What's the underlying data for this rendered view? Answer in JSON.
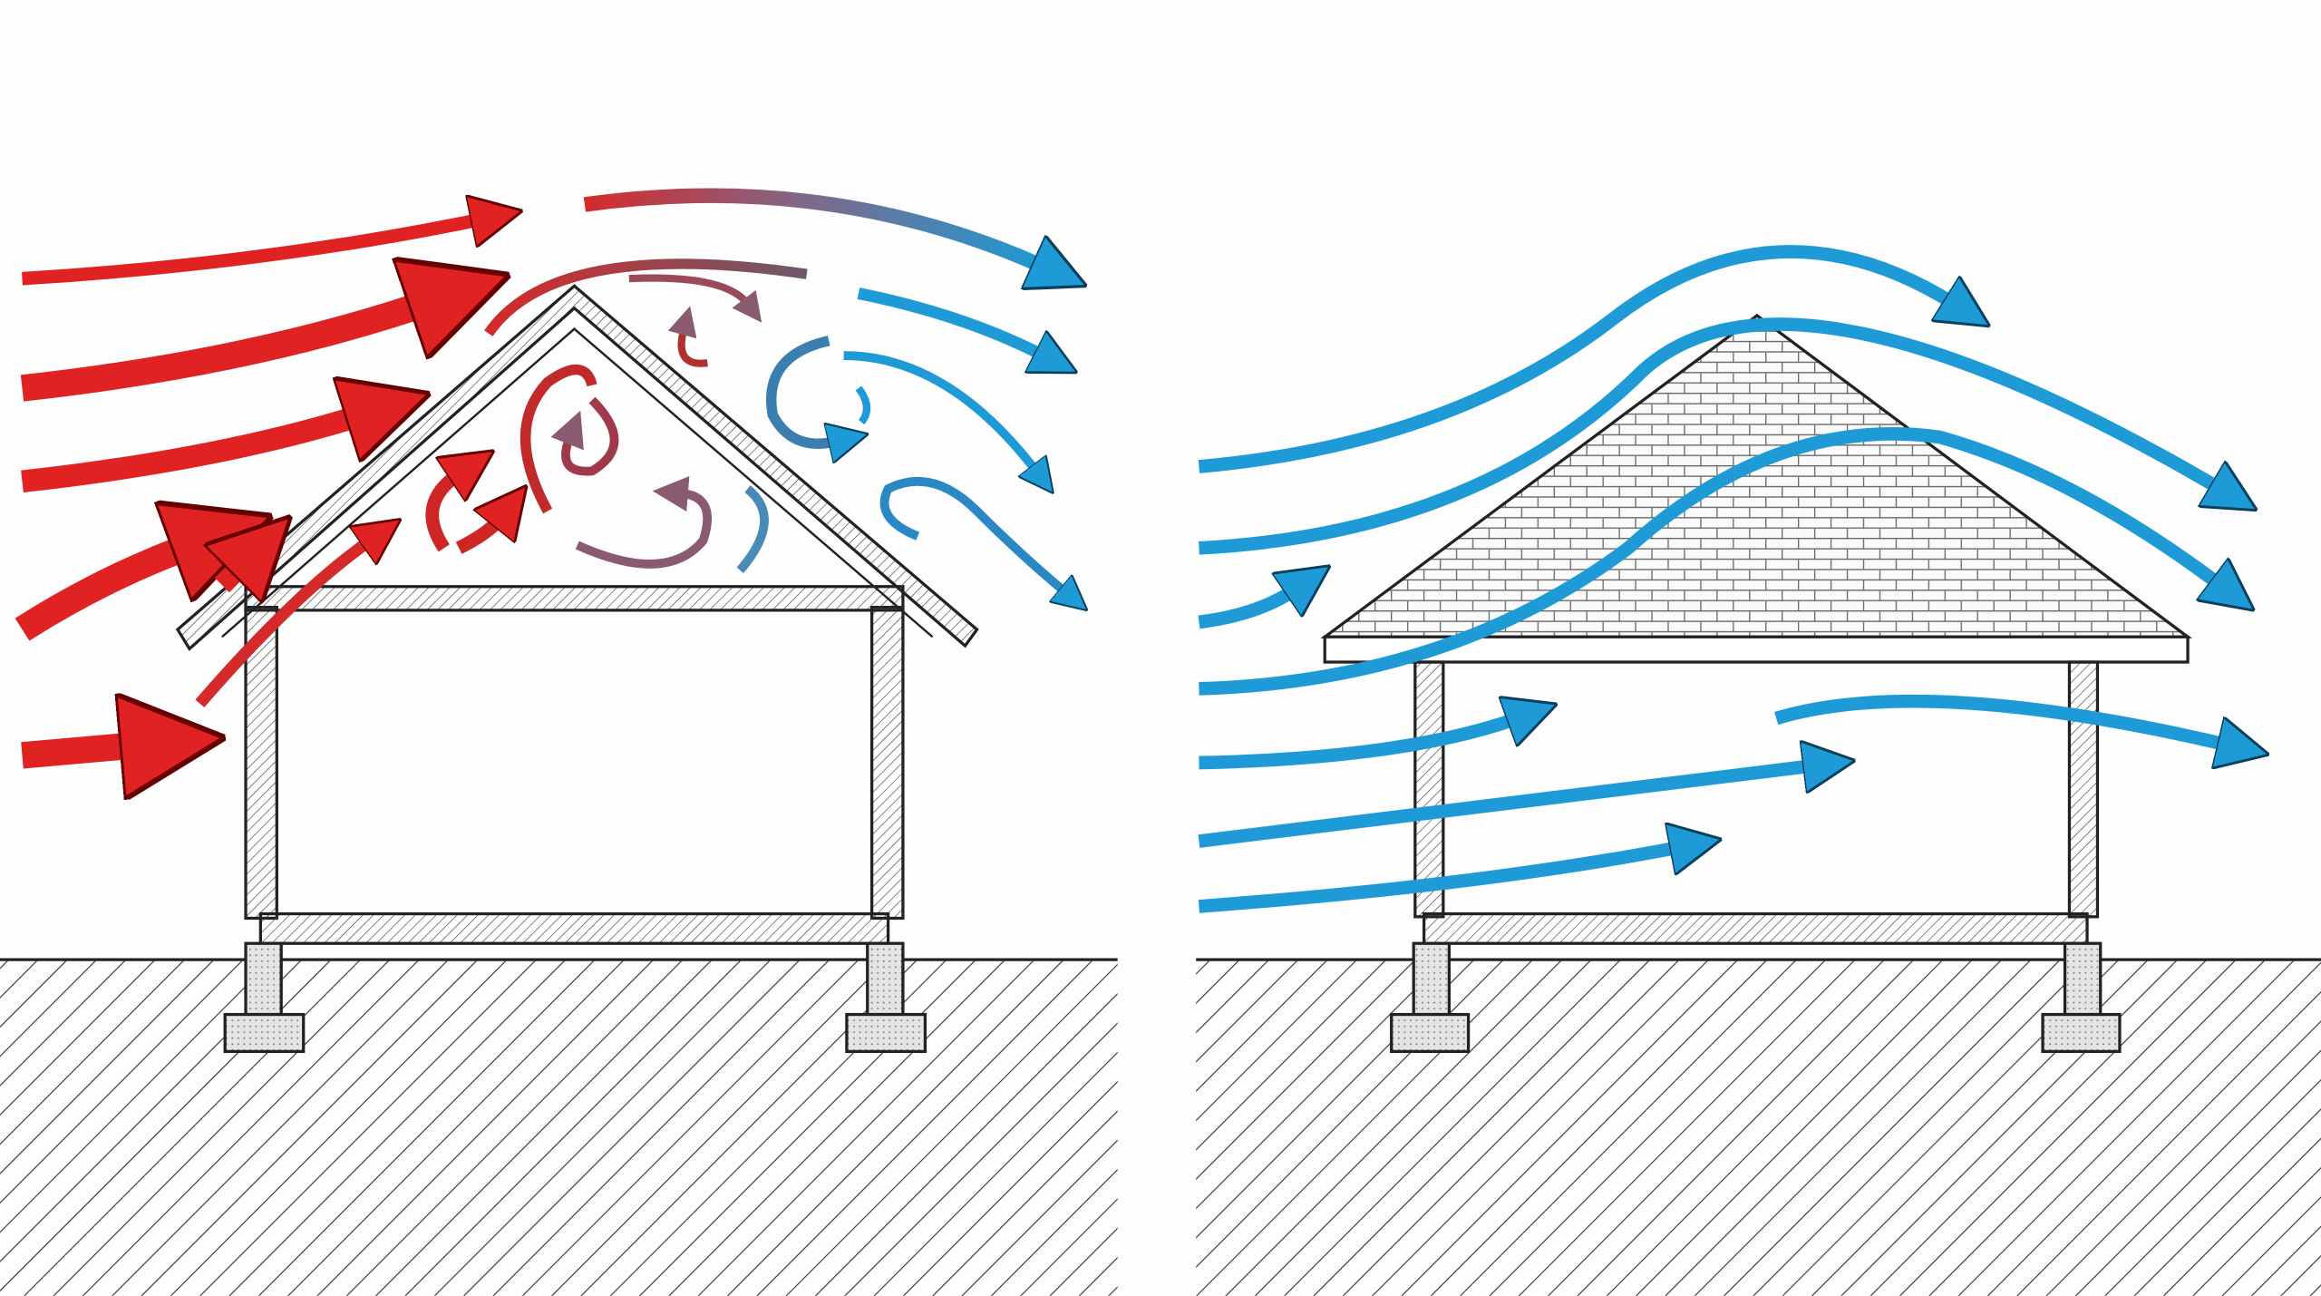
{
  "colors": {
    "background": "#fdfdfd",
    "warm_air": "#e02222",
    "cool_air": "#1e9ad6",
    "mixed_air": "#8a6a80",
    "outline": "#222222",
    "footing": "#dddddd"
  },
  "panels": [
    {
      "id": "left",
      "icon": "gable-house-turbulent-airflow"
    },
    {
      "id": "right",
      "icon": "hip-roof-house-smooth-airflow"
    }
  ]
}
